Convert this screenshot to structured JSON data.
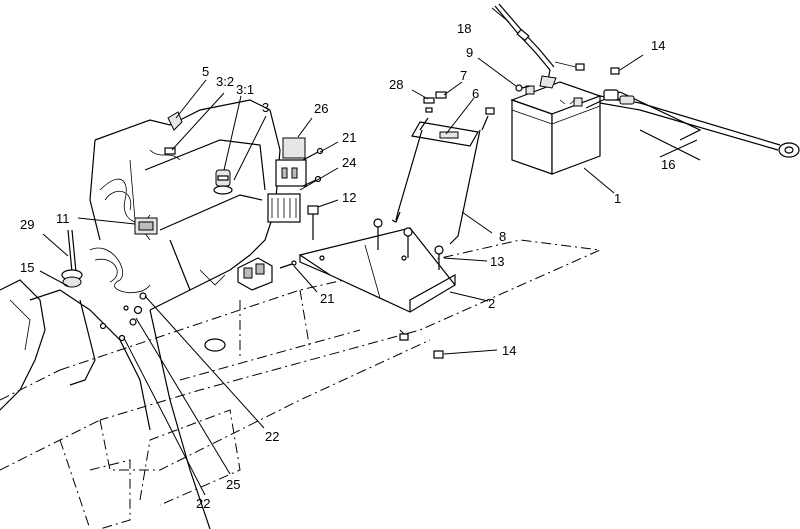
{
  "callouts": {
    "c1": "1",
    "c2": "2",
    "c3": "3",
    "c3_1": "3:1",
    "c3_2": "3:2",
    "c5": "5",
    "c6": "6",
    "c7": "7",
    "c8": "8",
    "c9": "9",
    "c11": "11",
    "c12": "12",
    "c13": "13",
    "c14a": "14",
    "c14b": "14",
    "c15": "15",
    "c16": "16",
    "c18": "18",
    "c21a": "21",
    "c21b": "21",
    "c22a": "22",
    "c22b": "22",
    "c24": "24",
    "c25": "25",
    "c26": "26",
    "c28": "28",
    "c29": "29"
  }
}
